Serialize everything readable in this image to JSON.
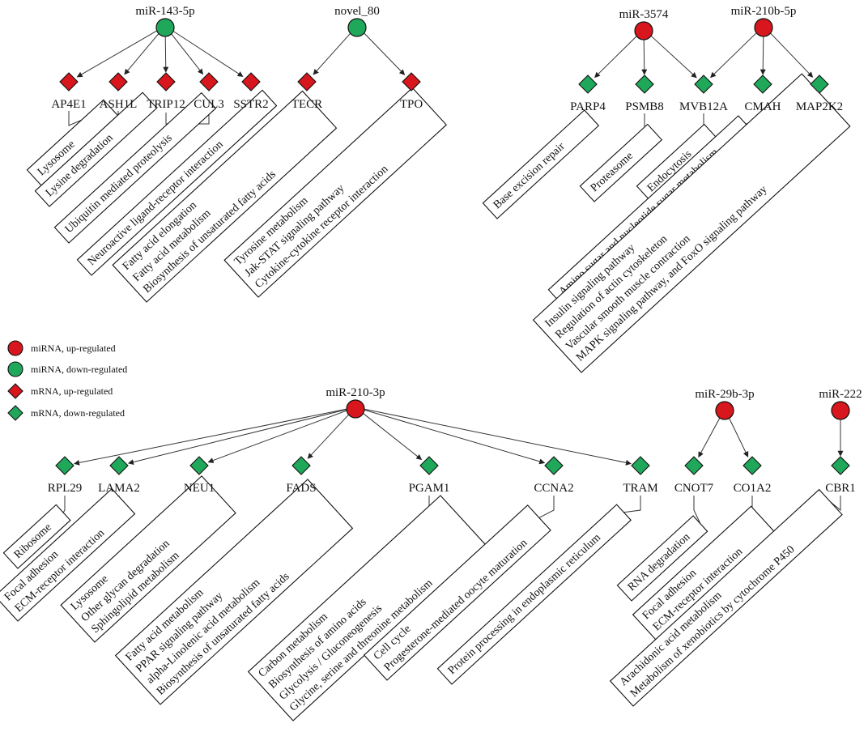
{
  "colors": {
    "up": "#d7161d",
    "down": "#20a85a",
    "stroke": "#111111"
  },
  "legend": [
    {
      "shape": "circle",
      "state": "up",
      "label": "miRNA, up-regulated"
    },
    {
      "shape": "circle",
      "state": "down",
      "label": "miRNA, down-regulated"
    },
    {
      "shape": "diamond",
      "state": "up",
      "label": "mRNA, up-regulated"
    },
    {
      "shape": "diamond",
      "state": "down",
      "label": "mRNA, down-regulated"
    }
  ],
  "mirnas": [
    {
      "id": "m143",
      "label": "miR-143-5p",
      "state": "down"
    },
    {
      "id": "n80",
      "label": "novel_80",
      "state": "down"
    },
    {
      "id": "m3574",
      "label": "miR-3574",
      "state": "up"
    },
    {
      "id": "m210b",
      "label": "miR-210b-5p",
      "state": "up"
    },
    {
      "id": "m2103p",
      "label": "miR-210-3p",
      "state": "up"
    },
    {
      "id": "m29b",
      "label": "miR-29b-3p",
      "state": "up"
    },
    {
      "id": "m222",
      "label": "miR-222",
      "state": "up"
    }
  ],
  "genes": [
    {
      "id": "AP4E1",
      "label": "AP4E1",
      "state": "up"
    },
    {
      "id": "ASH1L",
      "label": "ASH1L",
      "state": "up"
    },
    {
      "id": "TRIP12",
      "label": "TRIP12",
      "state": "up"
    },
    {
      "id": "CUL3",
      "label": "CUL3",
      "state": "up"
    },
    {
      "id": "SSTR2",
      "label": "SSTR2",
      "state": "up"
    },
    {
      "id": "TECR",
      "label": "TECR",
      "state": "up"
    },
    {
      "id": "TPO",
      "label": "TPO",
      "state": "up"
    },
    {
      "id": "PARP4",
      "label": "PARP4",
      "state": "down"
    },
    {
      "id": "PSMB8",
      "label": "PSMB8",
      "state": "down"
    },
    {
      "id": "MVB12A",
      "label": "MVB12A",
      "state": "down"
    },
    {
      "id": "CMAH",
      "label": "CMAH",
      "state": "down"
    },
    {
      "id": "MAP2K2",
      "label": "MAP2K2",
      "state": "down"
    },
    {
      "id": "RPL29",
      "label": "RPL29",
      "state": "down"
    },
    {
      "id": "LAMA2",
      "label": "LAMA2",
      "state": "down"
    },
    {
      "id": "NEU1",
      "label": "NEU1",
      "state": "down"
    },
    {
      "id": "FADS",
      "label": "FADS",
      "state": "down"
    },
    {
      "id": "PGAM1",
      "label": "PGAM1",
      "state": "down"
    },
    {
      "id": "CCNA2",
      "label": "CCNA2",
      "state": "down"
    },
    {
      "id": "TRAM",
      "label": "TRAM",
      "state": "down"
    },
    {
      "id": "CNOT7",
      "label": "CNOT7",
      "state": "down"
    },
    {
      "id": "CO1A2",
      "label": "CO1A2",
      "state": "down"
    },
    {
      "id": "CBR1",
      "label": "CBR1",
      "state": "down"
    }
  ],
  "edges": [
    [
      "m143",
      "AP4E1"
    ],
    [
      "m143",
      "ASH1L"
    ],
    [
      "m143",
      "TRIP12"
    ],
    [
      "m143",
      "CUL3"
    ],
    [
      "m143",
      "SSTR2"
    ],
    [
      "n80",
      "TECR"
    ],
    [
      "n80",
      "TPO"
    ],
    [
      "m3574",
      "PARP4"
    ],
    [
      "m3574",
      "PSMB8"
    ],
    [
      "m3574",
      "MVB12A"
    ],
    [
      "m210b",
      "MVB12A"
    ],
    [
      "m210b",
      "CMAH"
    ],
    [
      "m210b",
      "MAP2K2"
    ],
    [
      "m2103p",
      "RPL29"
    ],
    [
      "m2103p",
      "LAMA2"
    ],
    [
      "m2103p",
      "NEU1"
    ],
    [
      "m2103p",
      "FADS"
    ],
    [
      "m2103p",
      "PGAM1"
    ],
    [
      "m2103p",
      "CCNA2"
    ],
    [
      "m2103p",
      "TRAM"
    ],
    [
      "m29b",
      "CNOT7"
    ],
    [
      "m29b",
      "CO1A2"
    ],
    [
      "m222",
      "CBR1"
    ]
  ],
  "pathway_boxes": [
    {
      "id": "b-ap4e1",
      "genes": [
        "AP4E1"
      ],
      "lines": [
        "Lysosome"
      ]
    },
    {
      "id": "b-ash1l",
      "genes": [
        "ASH1L"
      ],
      "lines": [
        "Lysine degradation"
      ]
    },
    {
      "id": "b-trip12-cul3",
      "genes": [
        "TRIP12",
        "CUL3"
      ],
      "lines": [
        "Ubiquitin mediated proteolysis"
      ]
    },
    {
      "id": "b-sstr2",
      "genes": [
        "SSTR2"
      ],
      "lines": [
        "Neuroactive ligand-receptor interaction"
      ]
    },
    {
      "id": "b-tecr",
      "genes": [
        "TECR"
      ],
      "lines": [
        "Fatty acid elongation",
        "Fatty acid metabolism",
        "Biosynthesis of unsaturated fatty acids"
      ]
    },
    {
      "id": "b-tpo",
      "genes": [
        "TPO"
      ],
      "lines": [
        "Tyrosine metabolism",
        "Jak-STAT signaling pathway",
        "Cytokine-cytokine receptor interaction"
      ]
    },
    {
      "id": "b-parp4",
      "genes": [
        "PARP4"
      ],
      "lines": [
        "Base excision repair"
      ]
    },
    {
      "id": "b-psmb8",
      "genes": [
        "PSMB8"
      ],
      "lines": [
        "Proteasome"
      ]
    },
    {
      "id": "b-mvb12a",
      "genes": [
        "MVB12A"
      ],
      "lines": [
        "Endocytosis"
      ]
    },
    {
      "id": "b-cmah",
      "genes": [
        "CMAH"
      ],
      "lines": [
        "Amino sugar and nucleotide sugar metabolism"
      ]
    },
    {
      "id": "b-map2k2",
      "genes": [
        "MAP2K2"
      ],
      "lines": [
        "Insulin signaling pathway",
        "Regulation of actin cytoskeleton",
        "Vascular smooth muscle contraction",
        "MAPK signaling pathway, and FoxO signaling pathway"
      ]
    },
    {
      "id": "b-rpl29",
      "genes": [
        "RPL29"
      ],
      "lines": [
        "Ribosome"
      ]
    },
    {
      "id": "b-lama2",
      "genes": [
        "LAMA2"
      ],
      "lines": [
        "Focal adhesion",
        "ECM-receptor interaction"
      ]
    },
    {
      "id": "b-neu1",
      "genes": [
        "NEU1"
      ],
      "lines": [
        "Lysosome",
        "Other glycan degradation",
        "Sphingolipid metabolism"
      ]
    },
    {
      "id": "b-fads",
      "genes": [
        "FADS"
      ],
      "lines": [
        "Fatty acid metabolism",
        "PPAR signaling pathway",
        "alpha-Linolenic acid metabolism",
        "Biosynthesis of unsaturated fatty acids"
      ]
    },
    {
      "id": "b-pgam1",
      "genes": [
        "PGAM1"
      ],
      "lines": [
        "Carbon metabolism",
        "Biosynthesis of amino acids",
        "Glycolysis / Gluconeogenesis",
        "Glycine, serine and threonine metabolism"
      ]
    },
    {
      "id": "b-ccna2",
      "genes": [
        "CCNA2"
      ],
      "lines": [
        "Cell cycle",
        "Progesterone-mediated oocyte maturation"
      ]
    },
    {
      "id": "b-tram",
      "genes": [
        "TRAM"
      ],
      "lines": [
        "Protein processing in endoplasmic reticulum"
      ]
    },
    {
      "id": "b-cnot7",
      "genes": [
        "CNOT7"
      ],
      "lines": [
        "RNA degradation"
      ]
    },
    {
      "id": "b-co1a2",
      "genes": [
        "CO1A2"
      ],
      "lines": [
        "Focal adhesion",
        "ECM-receptor interaction"
      ]
    },
    {
      "id": "b-cbr1",
      "genes": [
        "CBR1"
      ],
      "lines": [
        "Arachidonic acid metabolism",
        "Metabolism of xenobiotics by cytochrome P450"
      ]
    }
  ]
}
